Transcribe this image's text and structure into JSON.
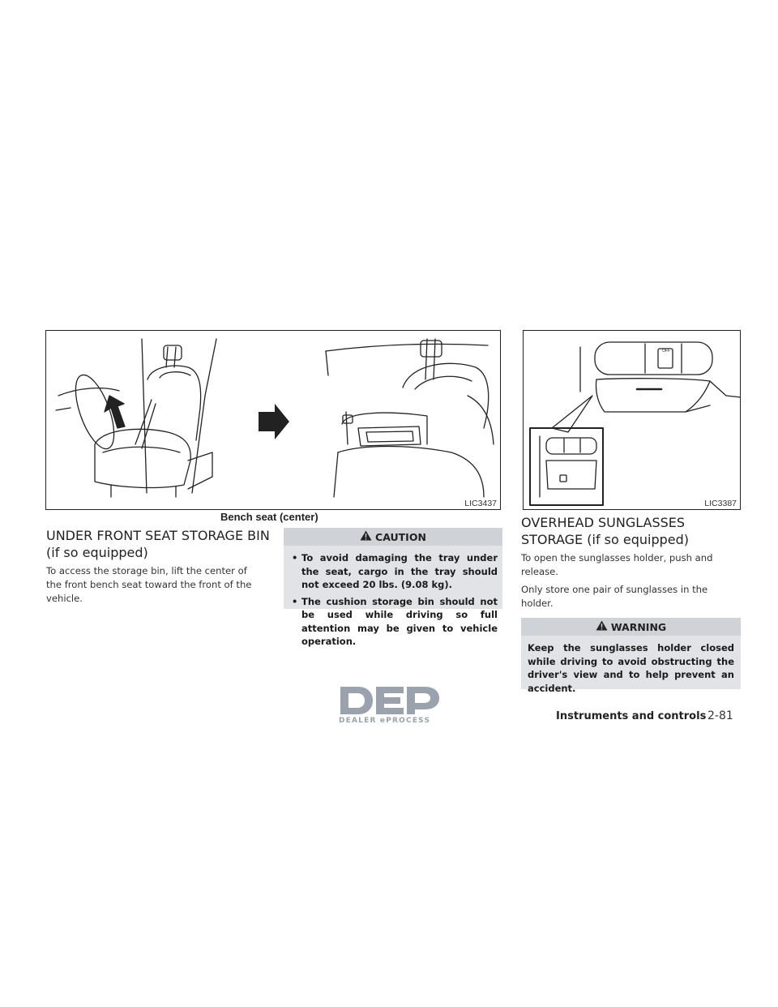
{
  "figures": {
    "left": {
      "code": "LIC3437",
      "caption": "Bench seat (center)"
    },
    "right": {
      "code": "LIC3387",
      "overhead_label": "OFF"
    }
  },
  "section1": {
    "heading_line1": "UNDER FRONT SEAT STORAGE BIN",
    "heading_line2": "(if so equipped)",
    "body": "To access the storage bin, lift the center of the front bench seat toward the front of the vehicle."
  },
  "caution": {
    "title": "CAUTION",
    "items": [
      "To avoid damaging the tray under the seat, cargo in the tray should not exceed 20 lbs. (9.08 kg).",
      "The cushion storage bin should not be used while driving so full attention may be given to vehicle operation."
    ]
  },
  "section2": {
    "heading_line1": "OVERHEAD SUNGLASSES",
    "heading_line2": "STORAGE (if so equipped)",
    "para1": "To open the sunglasses holder, push and release.",
    "para2": "Only store one pair of sunglasses in the holder."
  },
  "warning": {
    "title": "WARNING",
    "body": "Keep the sunglasses holder closed while driving to avoid obstructing the driver's view and to help prevent an accident."
  },
  "footer": {
    "title": "Instruments and controls",
    "page": "2-81"
  },
  "watermark": {
    "logo": "DEP",
    "text": "DEALER ePROCESS"
  },
  "colors": {
    "notice_bg": "#e1e3e6",
    "notice_header": "#cfd2d6",
    "line_art": "#222222",
    "logo_gray": "#9aa3ad"
  }
}
